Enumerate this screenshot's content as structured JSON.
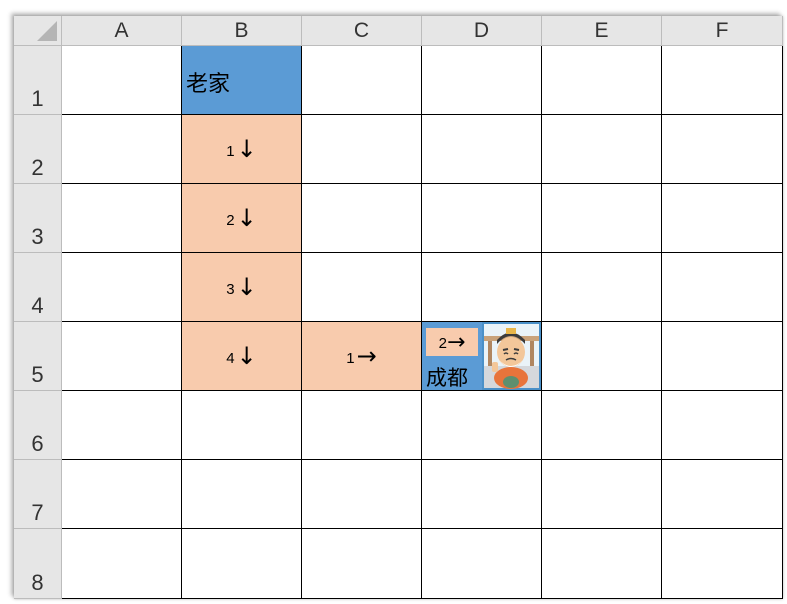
{
  "columns": [
    "A",
    "B",
    "C",
    "D",
    "E",
    "F"
  ],
  "rows": [
    "1",
    "2",
    "3",
    "4",
    "5",
    "6",
    "7",
    "8"
  ],
  "cells": {
    "B1": "老家",
    "B2": {
      "num": "1",
      "arrow": "↓"
    },
    "B3": {
      "num": "2",
      "arrow": "↓"
    },
    "B4": {
      "num": "3",
      "arrow": "↓"
    },
    "B5": {
      "num": "4",
      "arrow": "↓"
    },
    "C5": {
      "num": "1",
      "arrow": "→"
    },
    "D5": {
      "num": "2",
      "arrow": "→",
      "city": "成都"
    }
  },
  "colors": {
    "blue": "#5b9bd5",
    "peach": "#f8cbad",
    "header": "#e6e6e6"
  },
  "icons": {
    "avatar": "cartoon-man-avatar-icon"
  }
}
